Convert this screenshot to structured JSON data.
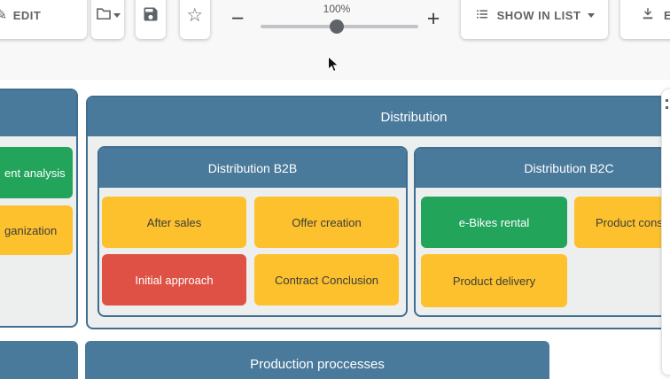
{
  "toolbar": {
    "edit_label": "EDIT",
    "zoom": {
      "value": "100%",
      "minus_label": "−",
      "plus_label": "+"
    },
    "show_in_list_label": "SHOW IN LIST",
    "export_label": "E",
    "icons": {
      "edit": "pencil-icon",
      "folder": "folder-icon",
      "folder_caret": "chevron-down-icon",
      "save": "save-icon",
      "favorite": "star-icon",
      "star_glyph": "☆",
      "list": "list-icon",
      "list_caret": "chevron-down-icon",
      "export": "download-icon"
    }
  },
  "canvas": {
    "left_group": {
      "header": "",
      "boxes": [
        {
          "label": "ent analysis",
          "color": "green"
        },
        {
          "label": "ganization",
          "color": "yellow"
        }
      ]
    },
    "distribution": {
      "title": "Distribution",
      "b2b": {
        "title": "Distribution B2B",
        "boxes": [
          {
            "label": "After sales",
            "color": "yellow"
          },
          {
            "label": "Offer creation",
            "color": "yellow"
          },
          {
            "label": "Initial approach",
            "color": "red"
          },
          {
            "label": "Contract Conclusion",
            "color": "yellow"
          }
        ]
      },
      "b2c": {
        "title": "Distribution B2C",
        "boxes": [
          {
            "label": "e-Bikes rental",
            "color": "green"
          },
          {
            "label": "Product consu",
            "color": "yellow"
          },
          {
            "label": "Product delivery",
            "color": "yellow"
          }
        ]
      }
    },
    "production_title": "Production proccesses"
  },
  "colors": {
    "header_blue": "#4a7a9b",
    "border_blue": "#3f6e90",
    "group_bg": "#edefef",
    "green": "#22a45b",
    "yellow": "#fcc12d",
    "red": "#df5145",
    "toolbar_icon": "#5f6368"
  }
}
